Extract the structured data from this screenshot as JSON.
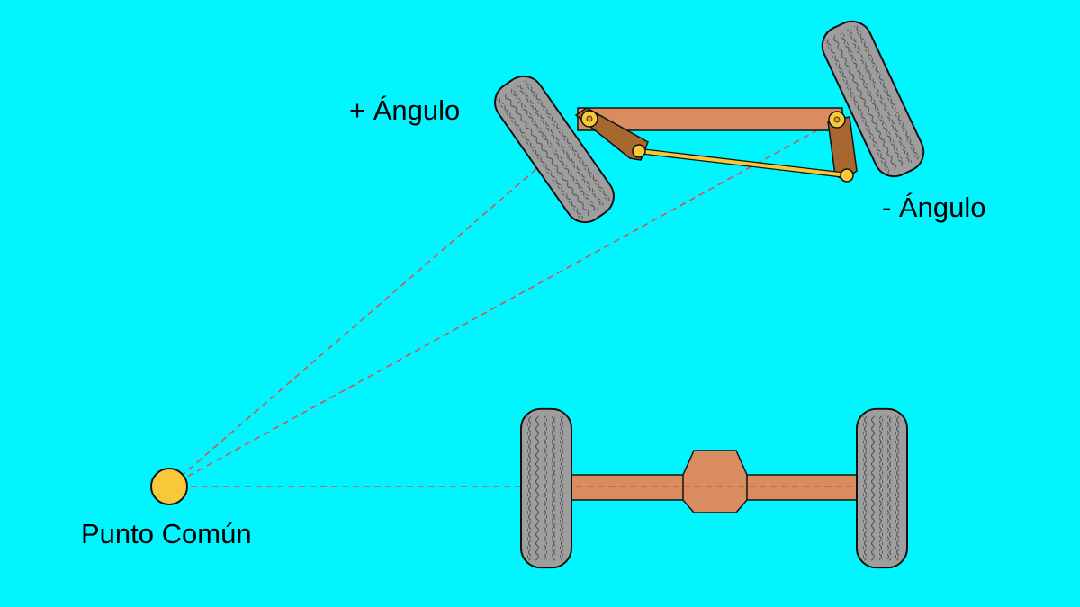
{
  "labels": {
    "plus_angle": "+ Ángulo",
    "minus_angle": "- Ángulo",
    "common_point": "Punto Común"
  },
  "colors": {
    "background": "#00f5ff",
    "tire": "#9e9e9e",
    "tread": "#5f5f5f",
    "axle": "#d98c5f",
    "arm": "#a8672f",
    "tie_rod": "#f7c93a",
    "pivot": "#f7c93a",
    "guide_line": "#d9534f",
    "outline": "#111111"
  }
}
